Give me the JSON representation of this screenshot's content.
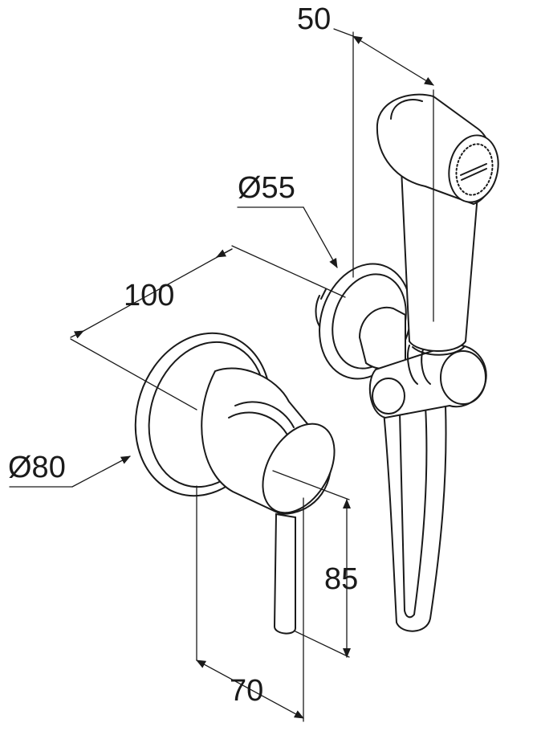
{
  "dimensions": {
    "width_top": "50",
    "dia_small": "Ø55",
    "length_100": "100",
    "dia_large": "Ø80",
    "height_85": "85",
    "width_bottom": "70"
  },
  "colors": {
    "line": "#1a1a1a",
    "background": "#ffffff"
  }
}
